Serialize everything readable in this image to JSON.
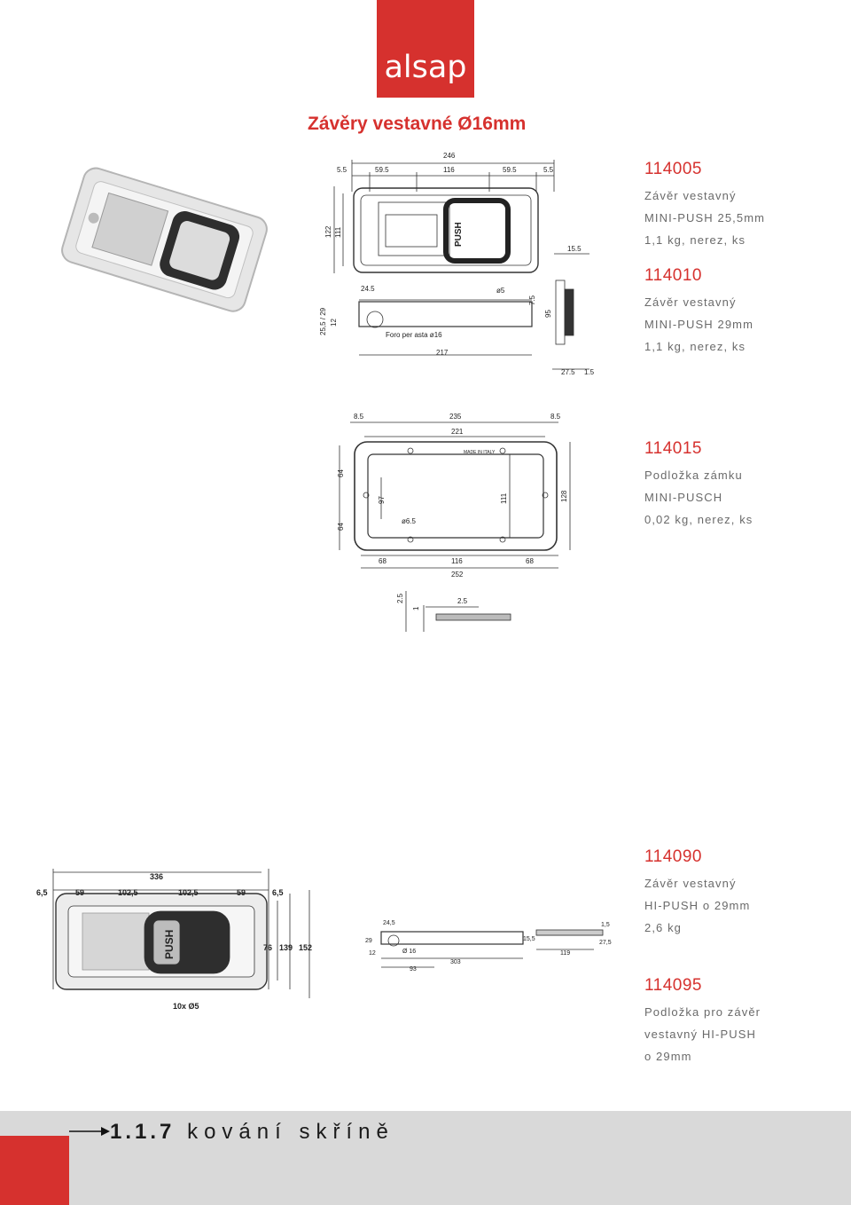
{
  "brand": {
    "logo_text": "alsap",
    "color": "#d6312e"
  },
  "page_title": "Závěry vestavné Ø16mm",
  "products": [
    {
      "code": "114005",
      "lines": [
        "Závěr vestavný",
        "MINI-PUSH 25,5mm",
        "1,1 kg, nerez, ks"
      ]
    },
    {
      "code": "114010",
      "lines": [
        "Závěr vestavný",
        "MINI-PUSH 29mm",
        "1,1 kg, nerez, ks"
      ]
    },
    {
      "code": "114015",
      "lines": [
        "Podložka zámku",
        "MINI-PUSCH",
        "0,02 kg, nerez, ks"
      ]
    },
    {
      "code": "114090",
      "lines": [
        "Závěr vestavný",
        "HI-PUSH o 29mm",
        "2,6 kg"
      ]
    },
    {
      "code": "114095",
      "lines": [
        "Podložka pro závěr",
        "vestavný HI-PUSH",
        "o 29mm"
      ]
    }
  ],
  "drawing1": {
    "dims_top": [
      "246",
      "5.5",
      "59.5",
      "116",
      "59.5",
      "5.5"
    ],
    "dims_left": [
      "122",
      "111"
    ],
    "dim_side": "15.5",
    "side_labels": [
      "24.5",
      "ø5",
      "7.5",
      "95",
      "25,5 / 29",
      "12",
      "Foro per asta ø16",
      "217",
      "27.5",
      "1.5"
    ],
    "push_label": "PUSH"
  },
  "drawing2": {
    "dims_top": [
      "8.5",
      "235",
      "8.5",
      "221"
    ],
    "dims_side": [
      "64",
      "64",
      "97",
      "111",
      "128",
      "ø6.5"
    ],
    "dims_bottom": [
      "68",
      "116",
      "68",
      "252"
    ],
    "plate_text": "MADE IN ITALY",
    "profile": [
      "2.5",
      "1",
      "2.5"
    ]
  },
  "drawing3": {
    "dims_top": [
      "336",
      "6,5",
      "59",
      "102,5",
      "102,5",
      "59",
      "6,5"
    ],
    "dims_right": [
      "76",
      "139",
      "152"
    ],
    "holes": "10x Ø5",
    "push_label": "PUSH"
  },
  "drawing4": {
    "labels": [
      "24,5",
      "29",
      "12",
      "Ø 16",
      "303",
      "93",
      "15,5",
      "119",
      "1,5",
      "27,5"
    ]
  },
  "footer": {
    "section_number": "1.1.7",
    "section_title": "kování skříně"
  }
}
